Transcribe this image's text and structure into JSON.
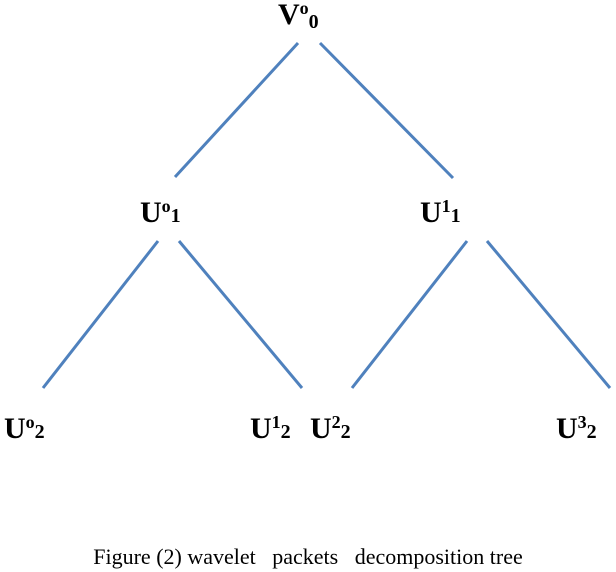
{
  "tree": {
    "root": {
      "id": "v0_0",
      "base": "V",
      "sup": "o",
      "sub": "0"
    },
    "level1": [
      {
        "id": "u0_1",
        "base": "U",
        "sup": "o",
        "sub": "1",
        "parent": "v0_0"
      },
      {
        "id": "u1_1",
        "base": "U",
        "sup": "1",
        "sub": "1",
        "parent": "v0_0"
      }
    ],
    "level2": [
      {
        "id": "u0_2",
        "base": "U",
        "sup": "o",
        "sub": "2",
        "parent": "u0_1"
      },
      {
        "id": "u1_2",
        "base": "U",
        "sup": "1",
        "sub": "2",
        "parent": "u0_1"
      },
      {
        "id": "u2_2",
        "base": "U",
        "sup": "2",
        "sub": "2",
        "parent": "u1_1"
      },
      {
        "id": "u3_2",
        "base": "U",
        "sup": "3",
        "sub": "2",
        "parent": "u1_1"
      }
    ]
  },
  "caption": "Figure (2) wavelet   packets   decomposition tree",
  "colors": {
    "edge": "#4f81bd",
    "text": "#000000"
  }
}
